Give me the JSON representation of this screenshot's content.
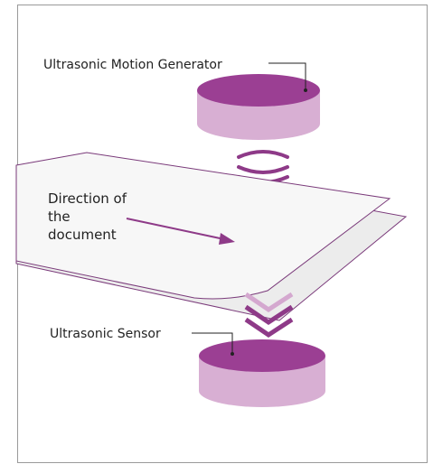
{
  "labels": {
    "generator": "Ultrasonic Motion Generator",
    "direction": "Direction of\nthe\ndocument",
    "sensor": "Ultrasonic Sensor"
  },
  "colors": {
    "disk_top": "#9b3f93",
    "disk_side": "#d8afd3",
    "wave": "#8e3a88",
    "sheet_front": "#f7f7f7",
    "sheet_back": "#ececec",
    "sheet_outline": "#7a3a7a",
    "arrow": "#8e3a88",
    "leader_line": "#222222",
    "frame": "#9a9a9a"
  },
  "icons": {
    "waves": "emission-waves-icon",
    "chevrons": "received-chevrons-icon",
    "direction_arrow": "direction-arrow-icon"
  }
}
